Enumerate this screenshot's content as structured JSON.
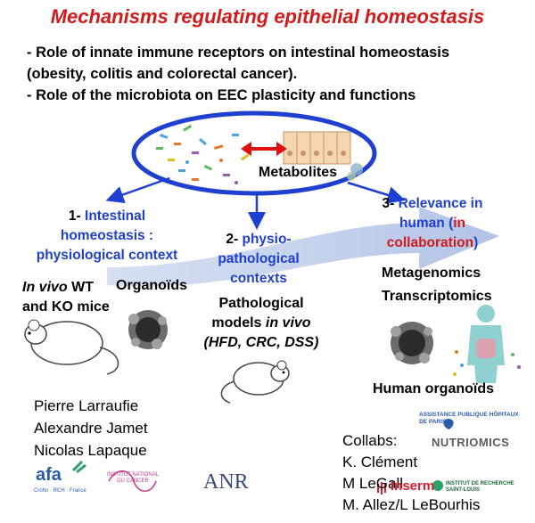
{
  "title": "Mechanisms regulating epithelial homeostasis",
  "bullets": [
    "- Role of innate immune receptors on intestinal homeostasis",
    "(obesity, colitis and colorectal cancer).",
    "- Role of the microbiota on EEC plasticity and functions"
  ],
  "center_label": "Metabolites",
  "branch1": {
    "num": "1-",
    "line1": "Intestinal",
    "line2": "homeostasis :",
    "line3": "physiological context"
  },
  "branch2": {
    "num": "2-",
    "line1": "physio-",
    "line2": "pathological",
    "line3": "contexts"
  },
  "branch3": {
    "num": "3-",
    "line1": "Relevance in",
    "line2a": "human (",
    "line2b": "in",
    "line3a": "collaboration",
    "line3b": ")"
  },
  "invivo": {
    "italic": "In vivo",
    "rest": " WT",
    "line2": "and KO mice"
  },
  "organoids": "Organoïds",
  "pathological": {
    "line1": "Pathological",
    "line2a": "models ",
    "line2b": "in vivo",
    "line3": "(HFD, CRC, DSS)"
  },
  "omics": [
    "Metagenomics",
    "Transcriptomics"
  ],
  "human_organoids": "Human organoïds",
  "people": [
    "Pierre Larraufie",
    "Alexandre Jamet",
    "Nicolas Lapaque"
  ],
  "collabs": {
    "label": "Collabs:",
    "names": [
      "K. Clément",
      "M LeGall",
      "M. Allez/L LeBourhis"
    ]
  },
  "logos": {
    "afa": "afa",
    "afa_sub": "Crohn · RCH · France",
    "inca": "INSTITUT NATIONAL DU CANCER",
    "anr": "ANR",
    "aphp": "ASSISTANCE PUBLIQUE HÔPITAUX DE PARIS",
    "nutriomics": "NUTRIOMICS",
    "inserm": "Inserm",
    "irsl": "INSTITUT DE RECHERCHE SAINT-LOUIS"
  },
  "colors": {
    "title": "#d11a1a",
    "accent_blue": "#1f3fd1",
    "ellipse": "#1f3fd1",
    "arrow_red": "#e01010"
  }
}
